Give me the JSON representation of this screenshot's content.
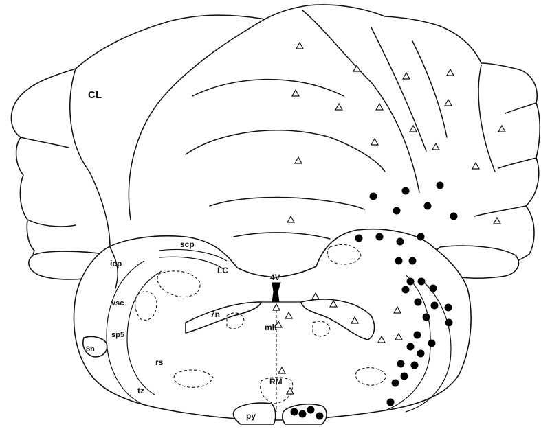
{
  "labels": {
    "CL": "CL",
    "scp": "scp",
    "LC": "LC",
    "icp": "icp",
    "fourthV": "4V",
    "sevenN": "7n",
    "mlf": "mlf",
    "vsc": "vsc",
    "sp5": "sp5",
    "eightN": "8n",
    "rs": "rs",
    "tz": "tz",
    "RM": "RM",
    "py": "py"
  },
  "legend": {
    "open_triangle": "open-triangle-marker",
    "filled_circle": "filled-circle-marker"
  },
  "colors": {
    "ink": "#111111",
    "paper": "#ffffff"
  }
}
